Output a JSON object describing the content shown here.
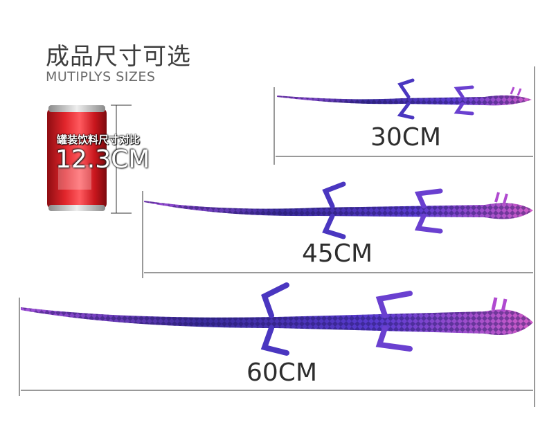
{
  "header": {
    "title_cn": "成品尺寸可选",
    "title_en": "MUTIPLYS SIZES"
  },
  "can": {
    "label_cn": "罐装饮料尺寸对比",
    "label_size": "12.3CM",
    "colors": {
      "body": "#c8161d",
      "rim": "#c9c9c9"
    }
  },
  "sizes": [
    {
      "label": "30CM"
    },
    {
      "label": "45CM"
    },
    {
      "label": "60CM"
    }
  ],
  "colors": {
    "dragon_dark": "#3a2c9c",
    "dragon_mid": "#5a3bd0",
    "dragon_light": "#a04fd8",
    "dragon_accent": "#d05cc8",
    "text": "#2e2e2e",
    "line": "#333333"
  }
}
